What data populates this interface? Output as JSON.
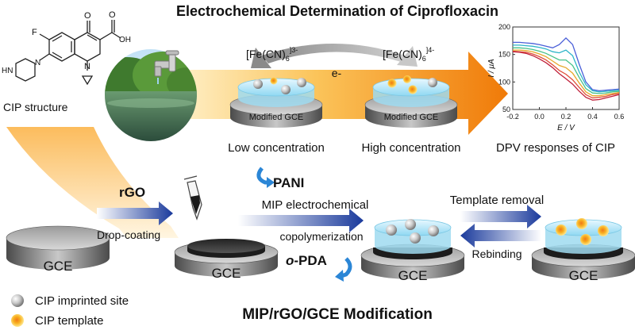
{
  "title": "Electrochemical Determination of Ciprofloxacin",
  "bottom_title": "MIP/rGO/GCE Modification",
  "colors": {
    "title_blue": "#1a3fd0",
    "arrow_blue": "#1a3a9c",
    "orange": "#f08a10",
    "pani_blue": "#2b86d6"
  },
  "structure": {
    "label": "CIP structure",
    "atoms": {
      "o_top": "O",
      "o_acid": "O",
      "oh": "OH",
      "f": "F",
      "n_ring": "N",
      "n_pip": "N",
      "hn": "HN"
    }
  },
  "top": {
    "redox_left_base": "[Fe(CN)",
    "redox_left_sub": "6",
    "redox_left_sup": "]3-",
    "redox_right_base": "[Fe(CN)",
    "redox_right_sub": "6",
    "redox_right_sup": "]4-",
    "electron": "e-",
    "electrode_label": "Modified GCE",
    "low_label": "Low concentration",
    "high_label": "High concentration",
    "dpv_label": "DPV responses of CIP"
  },
  "bottom": {
    "rgo": "rGO",
    "drop_coating": "Drop-coating",
    "gce": "GCE",
    "pani": "PANI",
    "mip_line1": "MIP electrochemical",
    "mip_line2": "copolymerization",
    "opda_italic": "o",
    "opda_rest": "-PDA",
    "template_removal": "Template removal",
    "rebinding": "Rebinding"
  },
  "legend": [
    {
      "label": "CIP imprinted site",
      "icon": "gray-sphere-icon"
    },
    {
      "label": "CIP template",
      "icon": "orange-sphere-icon"
    }
  ],
  "chart_data": {
    "type": "line",
    "title": "",
    "xlabel": "E / V",
    "ylabel": "I / μA",
    "xlim": [
      -0.2,
      0.6
    ],
    "ylim": [
      50,
      200
    ],
    "xticks": [
      "-0.2",
      "0.0",
      "0.2",
      "0.4",
      "0.6"
    ],
    "yticks": [
      "50",
      "100",
      "150",
      "200"
    ],
    "x": [
      -0.2,
      -0.15,
      -0.1,
      -0.05,
      0.0,
      0.05,
      0.1,
      0.15,
      0.2,
      0.25,
      0.3,
      0.35,
      0.4,
      0.45,
      0.5,
      0.55,
      0.6
    ],
    "series": [
      {
        "color": "#4a5fd8",
        "values": [
          172,
          172,
          171,
          170,
          168,
          165,
          162,
          168,
          180,
          168,
          132,
          100,
          86,
          84,
          85,
          86,
          87
        ]
      },
      {
        "color": "#2eb5c8",
        "values": [
          167,
          167,
          166,
          165,
          163,
          160,
          155,
          153,
          158,
          148,
          118,
          95,
          84,
          82,
          83,
          84,
          85
        ]
      },
      {
        "color": "#46c28a",
        "values": [
          162,
          162,
          161,
          159,
          156,
          152,
          146,
          140,
          140,
          130,
          108,
          88,
          80,
          79,
          80,
          82,
          83
        ]
      },
      {
        "color": "#e6a82a",
        "values": [
          158,
          158,
          157,
          155,
          151,
          146,
          138,
          130,
          126,
          116,
          98,
          82,
          75,
          75,
          77,
          79,
          81
        ]
      },
      {
        "color": "#e0503a",
        "values": [
          156,
          155,
          154,
          151,
          146,
          140,
          131,
          121,
          114,
          104,
          90,
          77,
          71,
          72,
          74,
          77,
          79
        ]
      },
      {
        "color": "#c0203a",
        "values": [
          155,
          154,
          152,
          148,
          142,
          135,
          126,
          115,
          106,
          96,
          83,
          72,
          67,
          68,
          71,
          74,
          77
        ]
      }
    ]
  }
}
